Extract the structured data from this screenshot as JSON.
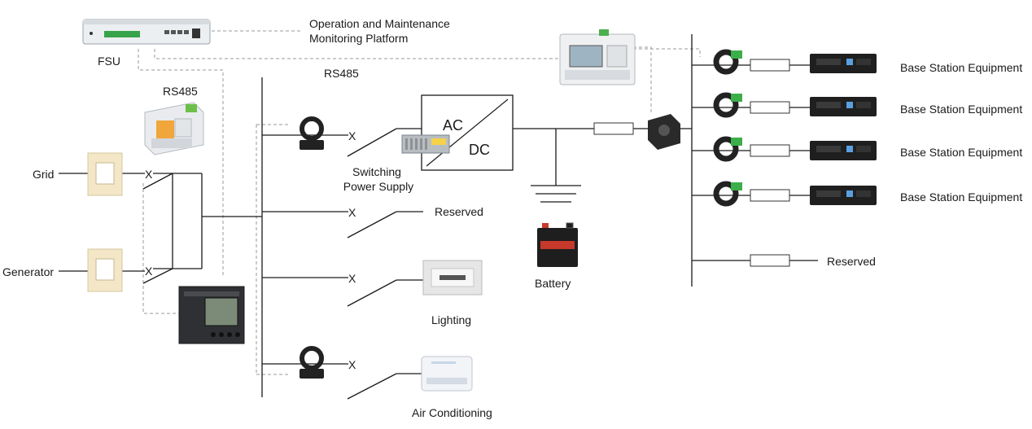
{
  "labels": {
    "fsu": "FSU",
    "platform_line1": "Operation and Maintenance",
    "platform_line2": "Monitoring Platform",
    "rs485_left": "RS485",
    "rs485_top": "RS485",
    "grid": "Grid",
    "generator": "Generator",
    "switching_line1": "Switching",
    "switching_line2": "Power Supply",
    "ac": "AC",
    "dc": "DC",
    "reserved_mid": "Reserved",
    "lighting": "Lighting",
    "air_conditioning": "Air Conditioning",
    "battery": "Battery",
    "base_station": [
      "Base Station Equipment",
      "Base Station Equipment",
      "Base Station Equipment",
      "Base Station Equipment"
    ],
    "reserved_right": "Reserved",
    "breaker_mark": "X"
  }
}
